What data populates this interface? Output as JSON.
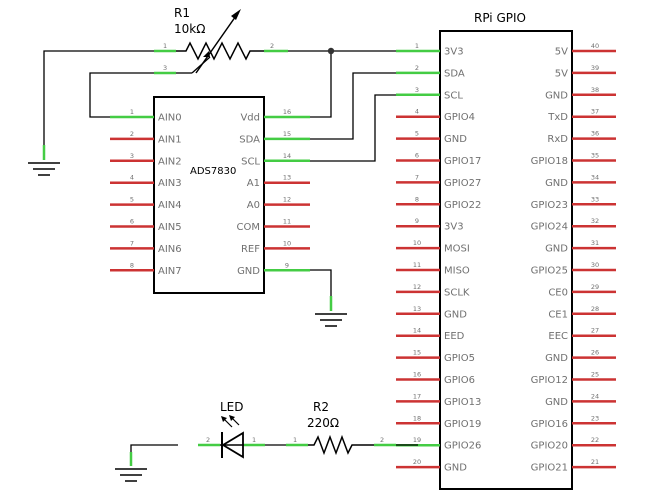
{
  "colors": {
    "wire": "#000000",
    "pin_red": "#cc3333",
    "pin_green": "#44cc44",
    "junction": "#333333",
    "label": "#707070"
  },
  "rpi": {
    "title": "RPi GPIO",
    "left_pins": [
      {
        "num": "1",
        "label": "3V3",
        "color": "green"
      },
      {
        "num": "2",
        "label": "SDA",
        "color": "green"
      },
      {
        "num": "3",
        "label": "SCL",
        "color": "green"
      },
      {
        "num": "4",
        "label": "GPIO4",
        "color": "red"
      },
      {
        "num": "5",
        "label": "GND",
        "color": "red"
      },
      {
        "num": "6",
        "label": "GPIO17",
        "color": "red"
      },
      {
        "num": "7",
        "label": "GPIO27",
        "color": "red"
      },
      {
        "num": "8",
        "label": "GPIO22",
        "color": "red"
      },
      {
        "num": "9",
        "label": "3V3",
        "color": "red"
      },
      {
        "num": "10",
        "label": "MOSI",
        "color": "red"
      },
      {
        "num": "11",
        "label": "MISO",
        "color": "red"
      },
      {
        "num": "12",
        "label": "SCLK",
        "color": "red"
      },
      {
        "num": "13",
        "label": "GND",
        "color": "red"
      },
      {
        "num": "14",
        "label": "EED",
        "color": "red"
      },
      {
        "num": "15",
        "label": "GPIO5",
        "color": "red"
      },
      {
        "num": "16",
        "label": "GPIO6",
        "color": "red"
      },
      {
        "num": "17",
        "label": "GPIO13",
        "color": "red"
      },
      {
        "num": "18",
        "label": "GPIO19",
        "color": "red"
      },
      {
        "num": "19",
        "label": "GPIO26",
        "color": "green"
      },
      {
        "num": "20",
        "label": "GND",
        "color": "red"
      }
    ],
    "right_pins": [
      {
        "num": "40",
        "label": "5V",
        "color": "red"
      },
      {
        "num": "39",
        "label": "5V",
        "color": "red"
      },
      {
        "num": "38",
        "label": "GND",
        "color": "red"
      },
      {
        "num": "37",
        "label": "TxD",
        "color": "red"
      },
      {
        "num": "36",
        "label": "RxD",
        "color": "red"
      },
      {
        "num": "35",
        "label": "GPIO18",
        "color": "red"
      },
      {
        "num": "34",
        "label": "GND",
        "color": "red"
      },
      {
        "num": "33",
        "label": "GPIO23",
        "color": "red"
      },
      {
        "num": "32",
        "label": "GPIO24",
        "color": "red"
      },
      {
        "num": "31",
        "label": "GND",
        "color": "red"
      },
      {
        "num": "30",
        "label": "GPIO25",
        "color": "red"
      },
      {
        "num": "29",
        "label": "CE0",
        "color": "red"
      },
      {
        "num": "28",
        "label": "CE1",
        "color": "red"
      },
      {
        "num": "27",
        "label": "EEC",
        "color": "red"
      },
      {
        "num": "26",
        "label": "GND",
        "color": "red"
      },
      {
        "num": "25",
        "label": "GPIO12",
        "color": "red"
      },
      {
        "num": "24",
        "label": "GND",
        "color": "red"
      },
      {
        "num": "23",
        "label": "GPIO16",
        "color": "red"
      },
      {
        "num": "22",
        "label": "GPIO20",
        "color": "red"
      },
      {
        "num": "21",
        "label": "GPIO21",
        "color": "red"
      }
    ]
  },
  "adc": {
    "name": "ADS7830",
    "left_pins": [
      {
        "num": "1",
        "label": "AIN0",
        "color": "green"
      },
      {
        "num": "2",
        "label": "AIN1",
        "color": "red"
      },
      {
        "num": "3",
        "label": "AIN2",
        "color": "red"
      },
      {
        "num": "4",
        "label": "AIN3",
        "color": "red"
      },
      {
        "num": "5",
        "label": "AIN4",
        "color": "red"
      },
      {
        "num": "6",
        "label": "AIN5",
        "color": "red"
      },
      {
        "num": "7",
        "label": "AIN6",
        "color": "red"
      },
      {
        "num": "8",
        "label": "AIN7",
        "color": "red"
      }
    ],
    "right_pins": [
      {
        "num": "16",
        "label": "Vdd",
        "color": "green"
      },
      {
        "num": "15",
        "label": "SDA",
        "color": "green"
      },
      {
        "num": "14",
        "label": "SCL",
        "color": "green"
      },
      {
        "num": "13",
        "label": "A1",
        "color": "red"
      },
      {
        "num": "12",
        "label": "A0",
        "color": "red"
      },
      {
        "num": "11",
        "label": "COM",
        "color": "red"
      },
      {
        "num": "10",
        "label": "REF",
        "color": "red"
      },
      {
        "num": "9",
        "label": "GND",
        "color": "green"
      }
    ]
  },
  "r1": {
    "ref": "R1",
    "value": "10kΩ",
    "pin1": "1",
    "pin2": "2",
    "wiper": "3"
  },
  "r2": {
    "ref": "R2",
    "value": "220Ω",
    "pin1": "1",
    "pin2": "2"
  },
  "led": {
    "ref": "LED",
    "pin1": "1",
    "pin2": "2"
  }
}
